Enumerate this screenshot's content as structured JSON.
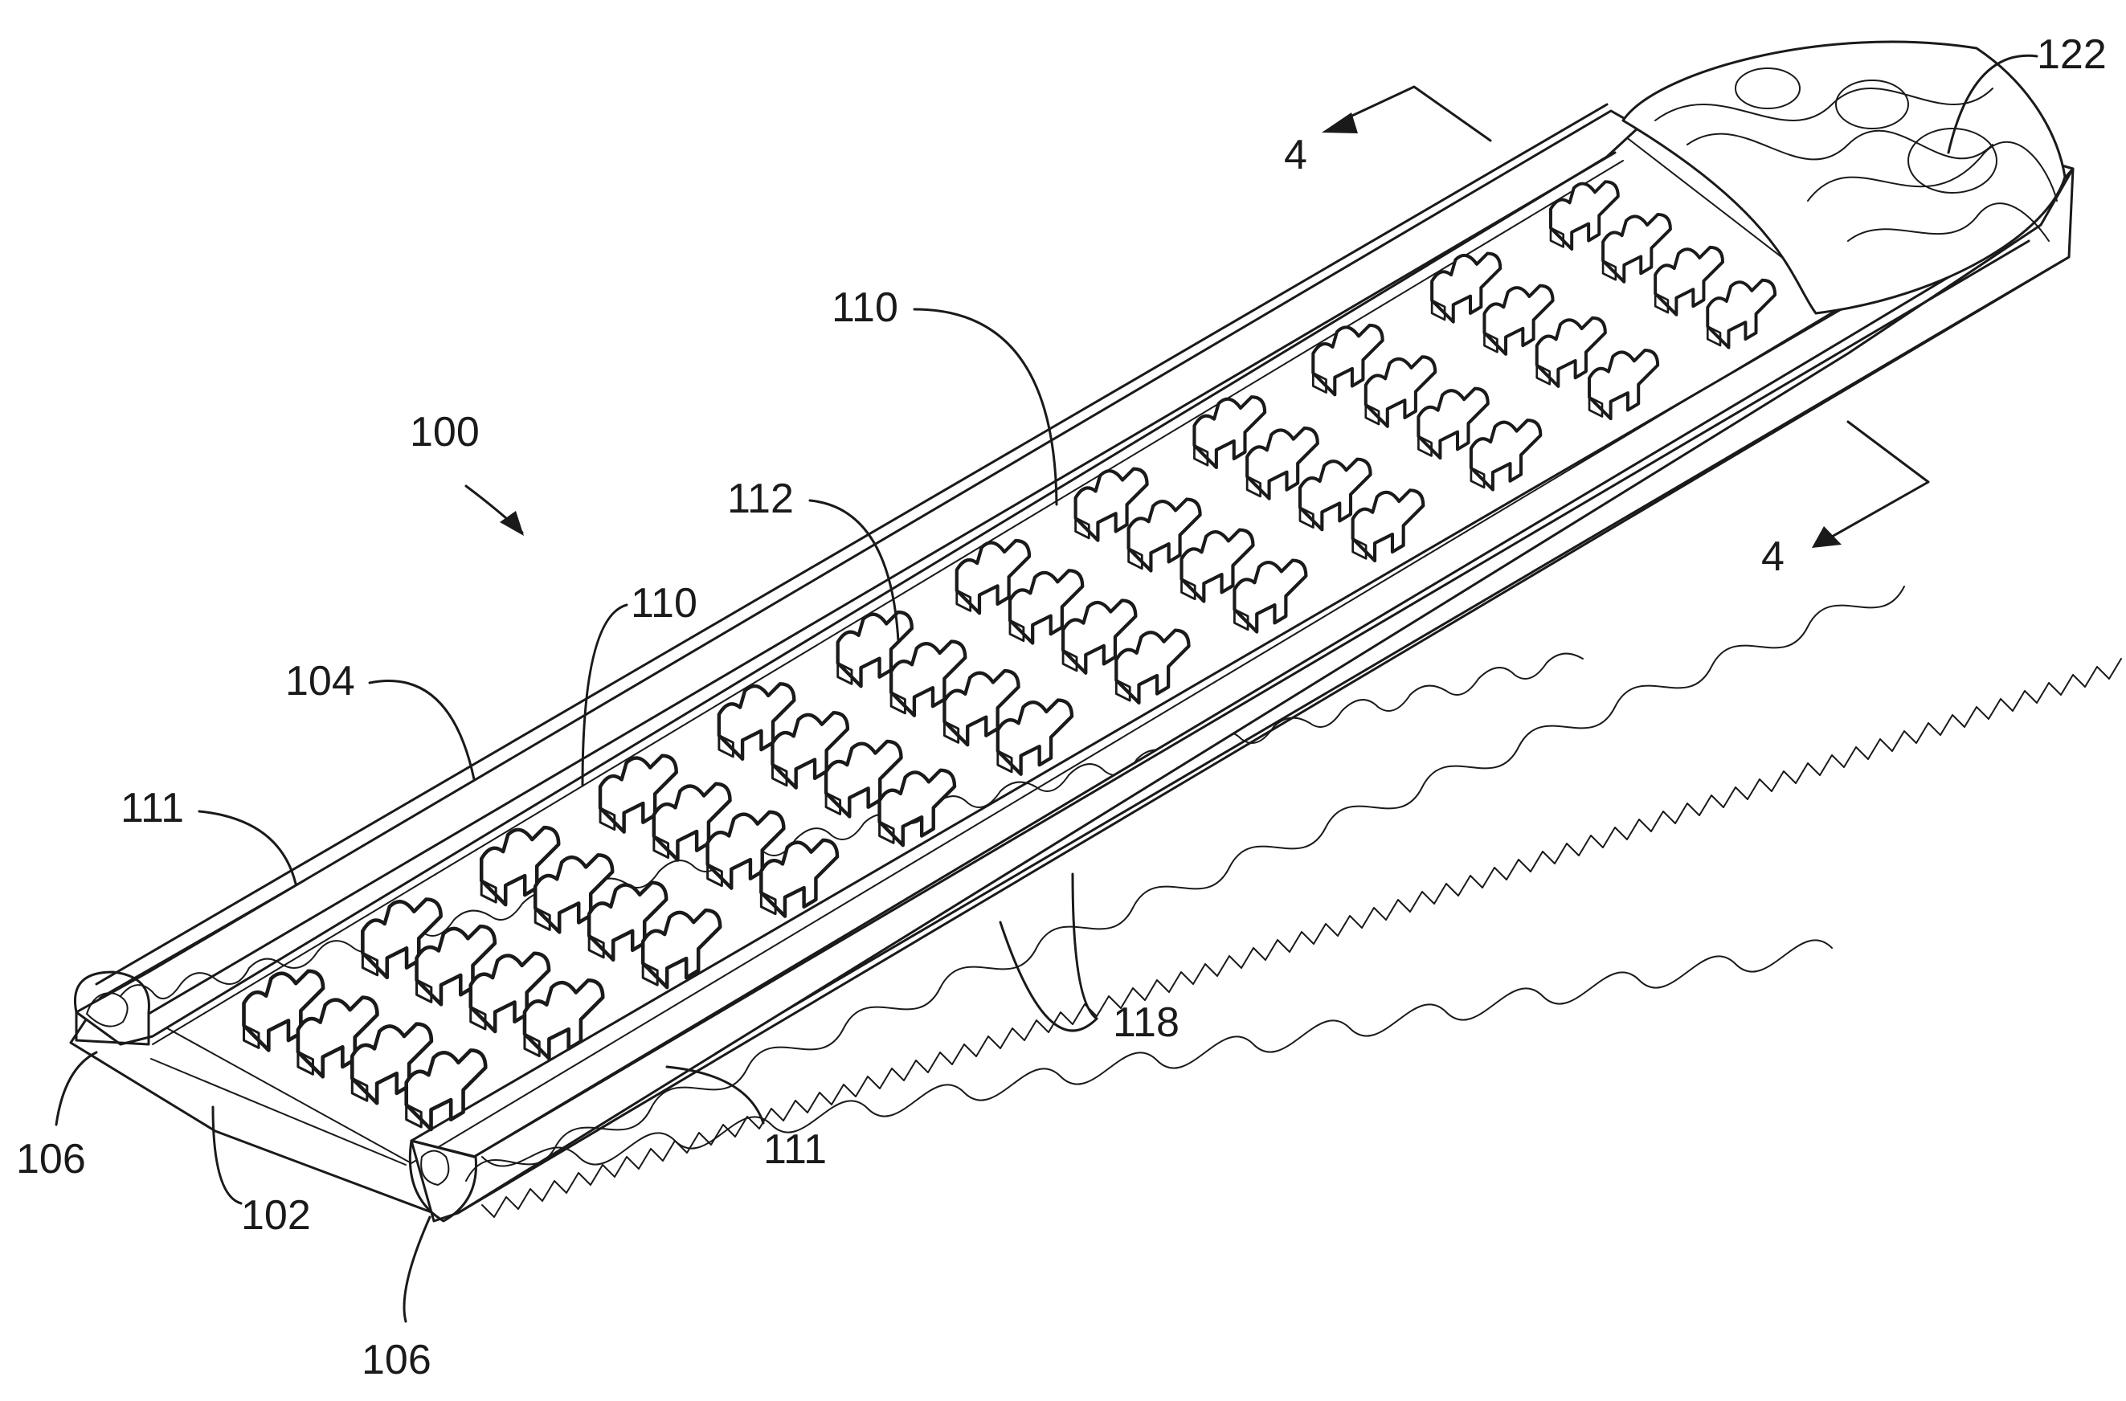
{
  "labels": {
    "l100": "100",
    "l102": "102",
    "l104": "104",
    "l106a": "106",
    "l106b": "106",
    "l110a": "110",
    "l110b": "110",
    "l111a": "111",
    "l111b": "111",
    "l112": "112",
    "l118": "118",
    "l122": "122",
    "l4a": "4",
    "l4b": "4"
  }
}
